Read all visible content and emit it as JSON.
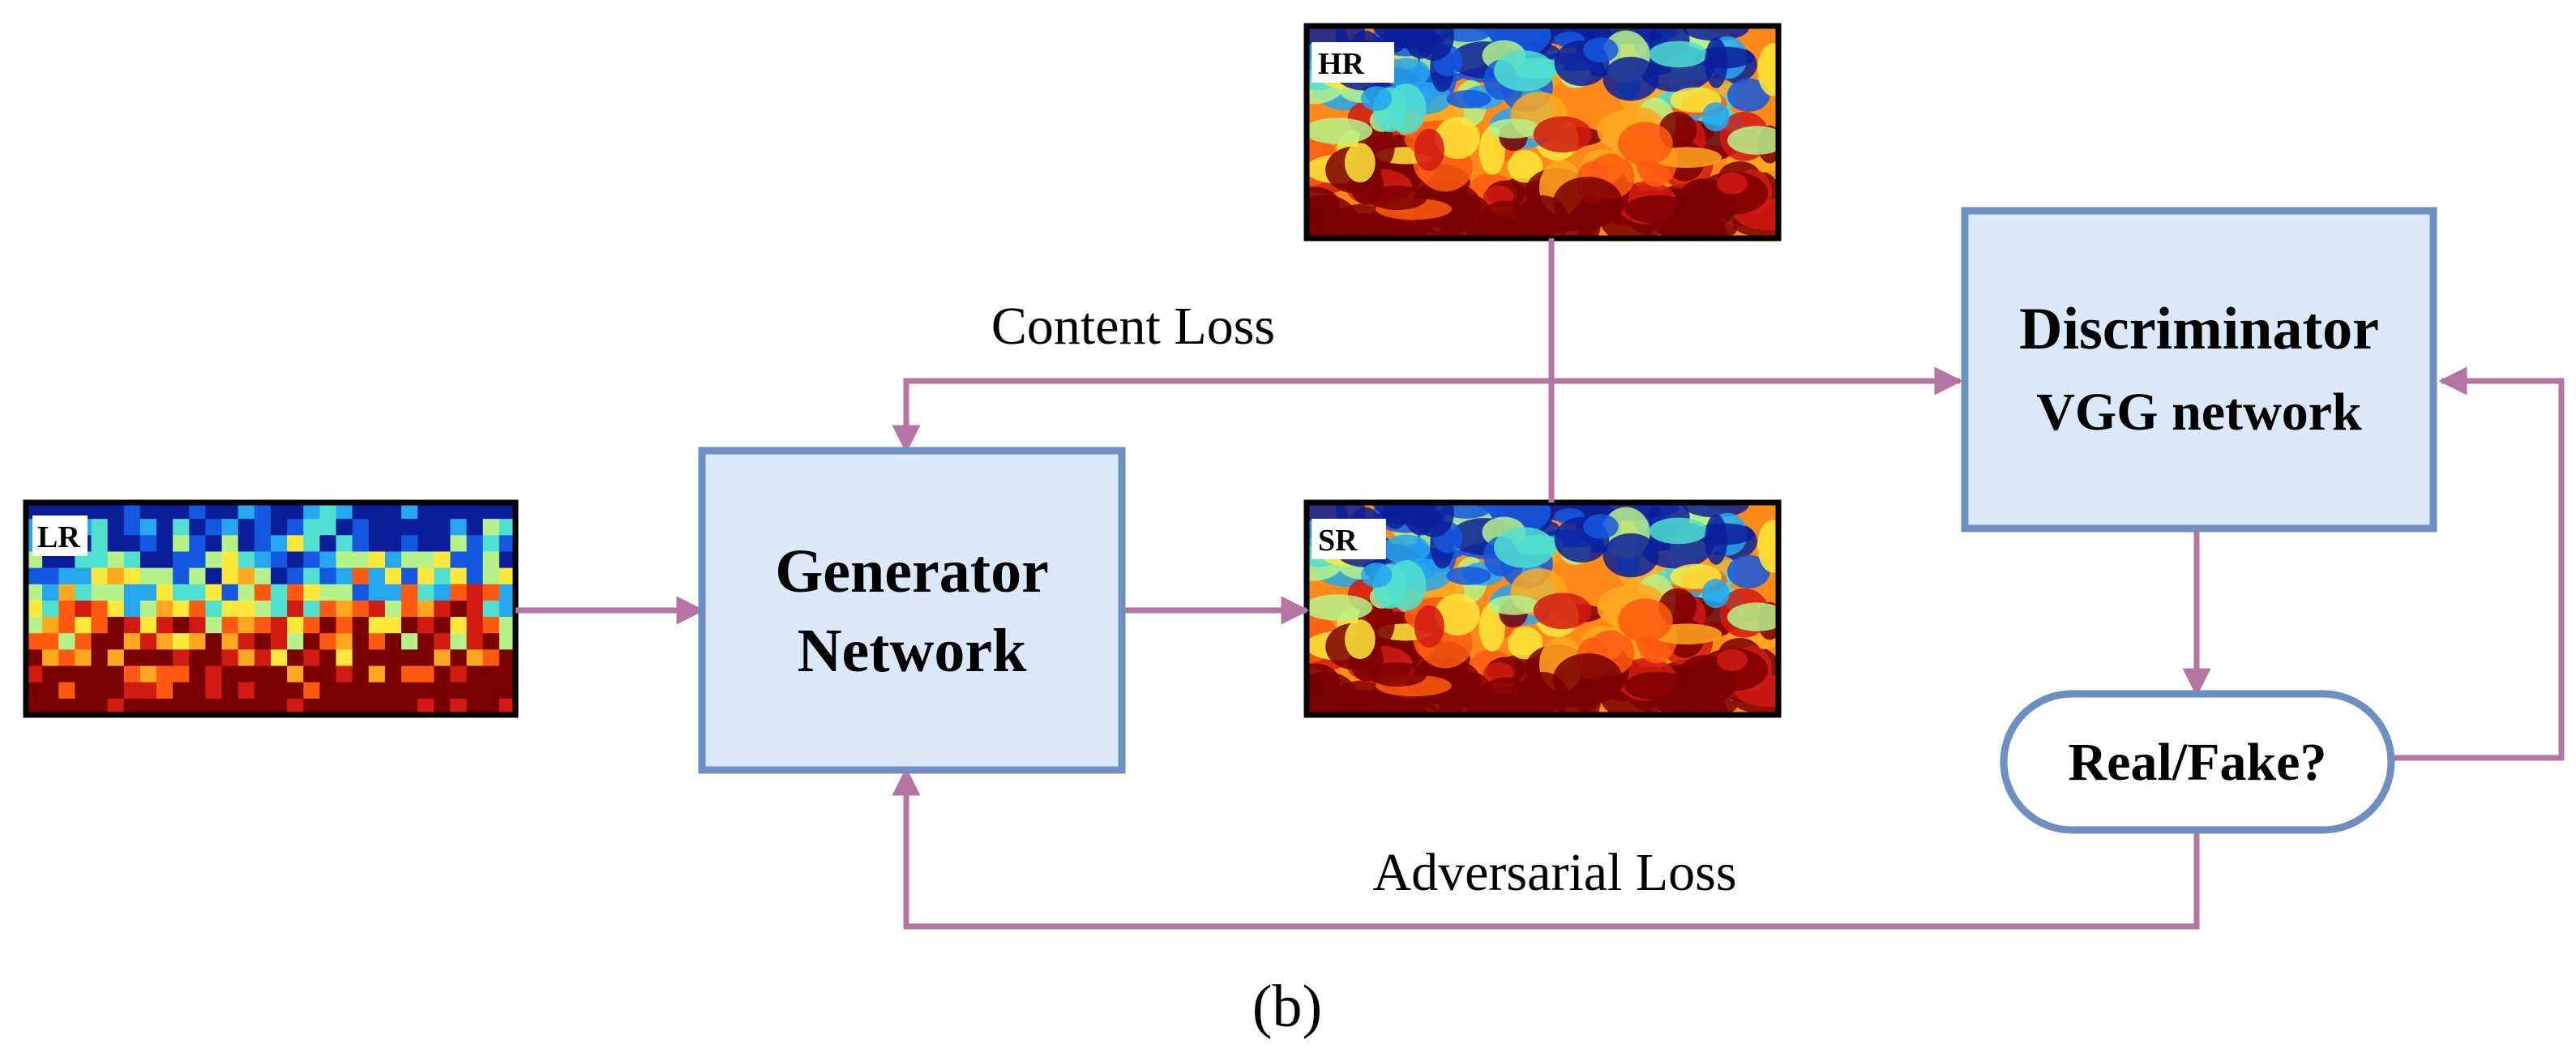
{
  "colors": {
    "arrow": "#b574a2",
    "box_fill": "#dae8f8",
    "box_stroke": "#6e8fc2",
    "heatmap_stops": [
      "#7a0000",
      "#d11a12",
      "#ff5a0f",
      "#ffa81f",
      "#ffe83a",
      "#b6f28a",
      "#4fe0d0",
      "#25a7ee",
      "#1457e0",
      "#0a1e9a"
    ]
  },
  "images": {
    "lr": {
      "tag": "LR"
    },
    "hr": {
      "tag": "HR"
    },
    "sr": {
      "tag": "SR"
    }
  },
  "boxes": {
    "generator": {
      "line1": "Generator",
      "line2": "Network"
    },
    "discriminator": {
      "line1": "Discriminator",
      "line2": "VGG network"
    },
    "decision": {
      "label": "Real/Fake?"
    }
  },
  "losses": {
    "content": "Content Loss",
    "adversarial": "Adversarial Loss"
  },
  "caption": "(b)"
}
